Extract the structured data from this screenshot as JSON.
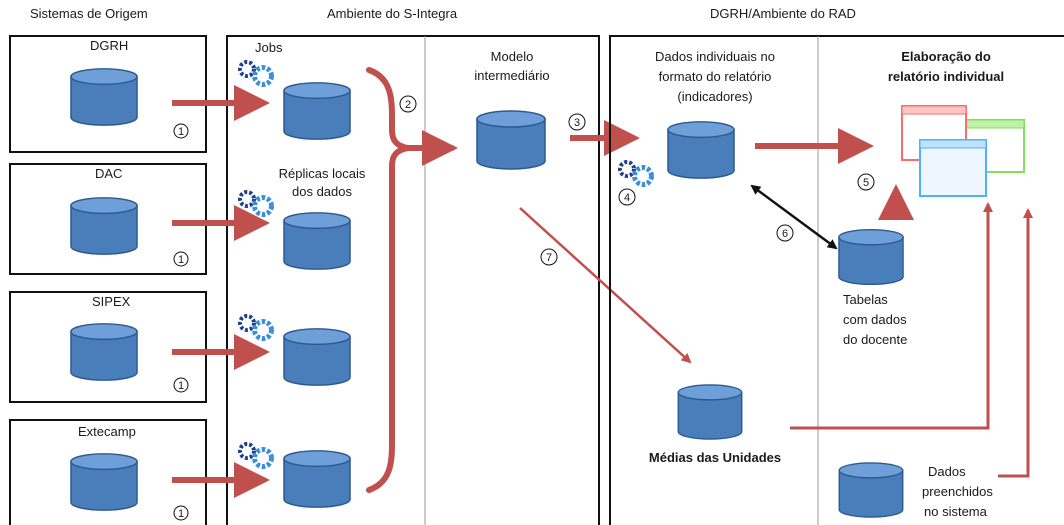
{
  "headers": {
    "origin": "Sistemas de Origem",
    "s_integra": "Ambiente do S-Integra",
    "dgrh_rad": "DGRH/Ambiente do RAD"
  },
  "sources": [
    {
      "label": "DGRH",
      "step": "1"
    },
    {
      "label": "DAC",
      "step": "1"
    },
    {
      "label": "SIPEX",
      "step": "1"
    },
    {
      "label": "Extecamp",
      "step": "1"
    }
  ],
  "s_integra": {
    "jobs_label": "Jobs",
    "replicas_line1": "Réplicas locais",
    "replicas_line2": "dos dados",
    "step_merge": "2",
    "intermediate_line1": "Modelo",
    "intermediate_line2": "intermediário"
  },
  "rad": {
    "step_to_individual": "3",
    "step_jobs": "4",
    "individual_line1": "Dados individuais no",
    "individual_line2": "formato do relatório",
    "individual_line3": "(indicadores)",
    "report_line1": "Elaboração do",
    "report_line2": "relatório individual",
    "step_report": "5",
    "step_link": "6",
    "step_averages": "7",
    "tables_line1": "Tabelas",
    "tables_line2": "com dados",
    "tables_line3": "do docente",
    "averages_label": "Médias das Unidades",
    "filled_line1": "Dados",
    "filled_line2": "preenchidos",
    "filled_line3": "no sistema"
  },
  "colors": {
    "cylinder_fill": "#4a7ebb",
    "cylinder_top": "#6f9fd8",
    "cylinder_stroke": "#2c5a8f",
    "arrow_red": "#c0504d",
    "gear_dark": "#1f3f8a",
    "gear_light": "#3a8fd8",
    "window_red": "#ff6b6b",
    "window_green": "#7fe05a",
    "window_blue": "#4fb0ff"
  }
}
